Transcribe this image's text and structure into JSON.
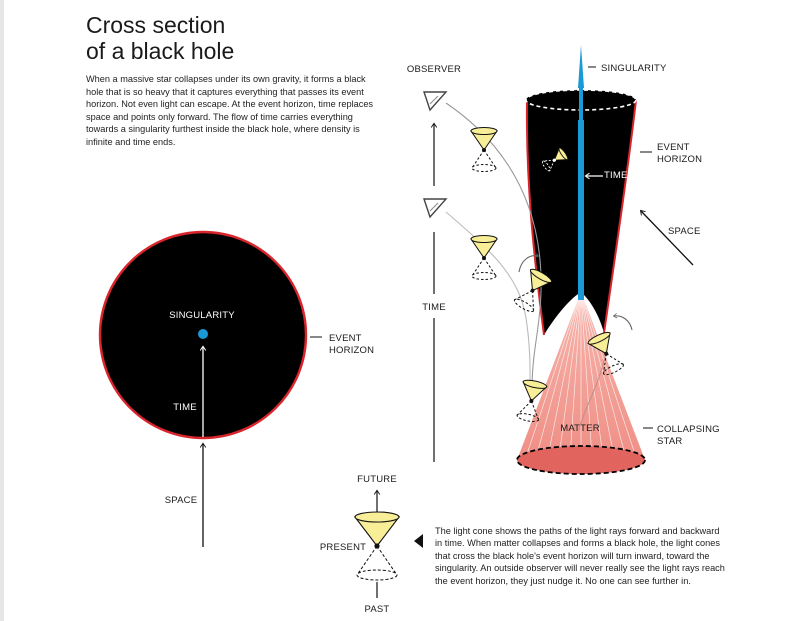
{
  "title": {
    "line1": "Cross section",
    "line2": "of a black hole"
  },
  "intro": "When a massive star collapses under its own gravity, it forms a black hole that is so heavy that it captures everything that passes its event horizon. Not even light can escape. At the event horizon, time replaces space and points only forward. The flow of time carries everything towards a singularity furthest inside the black hole, where density is infinite and time ends.",
  "circle_diagram": {
    "singularity": "SINGULARITY",
    "horizon_line1": "EVENT",
    "horizon_line2": "HORIZON",
    "time": "TIME",
    "space": "SPACE"
  },
  "funnel_diagram": {
    "observer": "OBSERVER",
    "singularity": "SINGULARITY",
    "horizon_line1": "EVENT",
    "horizon_line2": "HORIZON",
    "time_inside": "TIME",
    "space": "SPACE",
    "time_axis": "TIME",
    "matter": "MATTER",
    "star_line1": "COLLAPSING",
    "star_line2": "STAR"
  },
  "legend": {
    "future": "FUTURE",
    "present": "PRESENT",
    "past": "PAST"
  },
  "caption": "The light cone shows the paths of the light rays forward and backward in time. When matter collapses and forms a black hole, the light cones that cross the black hole's event horizon will turn inward, toward the singularity. An outside observer will never really see the light rays reach the event horizon, they just nudge it. No one can see further in.",
  "colors": {
    "black_hole": "#000000",
    "horizon_red": "#d9252b",
    "singularity_blue": "#1a9ad6",
    "star_pink": "#f3a29a",
    "cone_yellow": "#f8ee97"
  }
}
